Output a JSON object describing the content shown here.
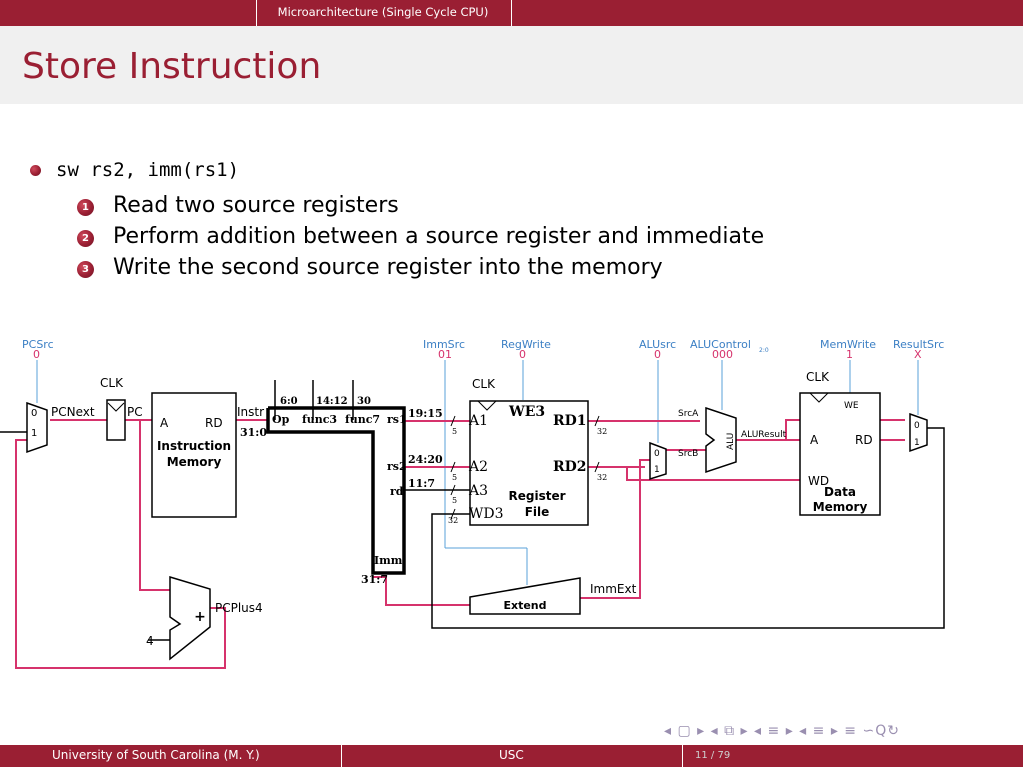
{
  "header": {
    "section": "Microarchitecture (Single Cycle CPU)",
    "title": "Store Instruction"
  },
  "content": {
    "instruction": "sw rs2, imm(rs1)",
    "steps": [
      {
        "num": "1",
        "text": "Read two source registers"
      },
      {
        "num": "2",
        "text": "Perform addition between a source register and immediate"
      },
      {
        "num": "3",
        "text": "Write the second source register into the memory"
      }
    ]
  },
  "diagram": {
    "controls": {
      "pcsrc": {
        "label": "PCSrc",
        "value": "0"
      },
      "immsrc": {
        "label": "ImmSrc",
        "value": "01"
      },
      "regwrite": {
        "label": "RegWrite",
        "value": "0"
      },
      "alusrc": {
        "label": "ALUsrc",
        "value": "0"
      },
      "alucontrol": {
        "label": "ALUControl",
        "sub": "2:0",
        "value": "000"
      },
      "memwrite": {
        "label": "MemWrite",
        "value": "1"
      },
      "resultsrc": {
        "label": "ResultSrc",
        "value": "X"
      }
    },
    "labels": {
      "clk": "CLK",
      "pcnext": "PCNext",
      "pc": "PC",
      "a": "A",
      "rd": "RD",
      "instr": "Instr",
      "instr_mem_1": "Instruction",
      "instr_mem_2": "Memory",
      "bits_31_0": "31:0",
      "bits_6_0": "6:0",
      "bits_14_12": "14:12",
      "bits_30": "30",
      "op": "Op",
      "func3": "func3",
      "func7": "func7",
      "rs1": "rs1",
      "rs2": "rs2",
      "rd_field": "rd",
      "bits_19_15": "19:15",
      "bits_24_20": "24:20",
      "bits_11_7": "11:7",
      "bits_31_7": "31:7",
      "imm": "Imm",
      "a1": "A1",
      "a2": "A2",
      "a3": "A3",
      "wd3": "WD3",
      "we3": "WE3",
      "rd1": "RD1",
      "rd2": "RD2",
      "regfile_1": "Register",
      "regfile_2": "File",
      "w5": "5",
      "w32": "32",
      "srca": "SrcA",
      "srcb": "SrcB",
      "alu": "ALU",
      "aluresult": "ALUResult",
      "we": "WE",
      "wd": "WD",
      "datamem_1": "Data",
      "datamem_2": "Memory",
      "immext": "ImmExt",
      "extend": "Extend",
      "pcplus4": "PCPlus4",
      "four": "4",
      "plus": "+",
      "mux0": "0",
      "mux1": "1"
    },
    "colors": {
      "active": "#d6336c",
      "control": "#5aa0d8",
      "wire": "#000000"
    }
  },
  "nav": {
    "symbols": "◂ ▢ ▸  ◂ ⧉ ▸  ◂ ≡ ▸  ◂ ≡ ▸    ≡    ∽Q↻"
  },
  "footer": {
    "left": "University of South Carolina  (M. Y.)",
    "center": "USC",
    "page": "11 / 79"
  }
}
